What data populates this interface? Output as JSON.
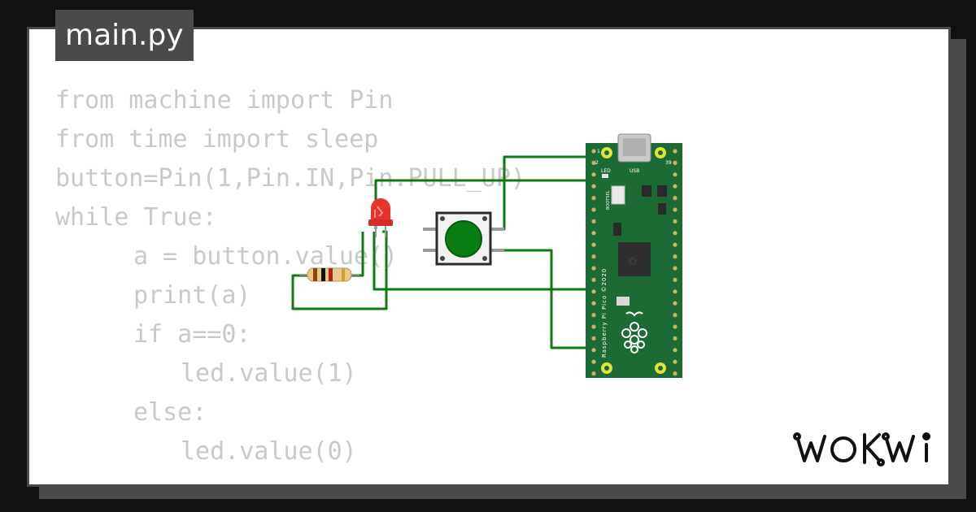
{
  "file_tab": {
    "title": "main.py"
  },
  "code": {
    "lines": [
      {
        "text": "from machine import Pin",
        "indent": 0
      },
      {
        "text": "from time import sleep",
        "indent": 0
      },
      {
        "text": "button=Pin(1,Pin.IN,Pin.PULL_UP)",
        "indent": 0
      },
      {
        "text": "while True:",
        "indent": 0
      },
      {
        "text": "a = button.value()",
        "indent": 1
      },
      {
        "text": "print(a)",
        "indent": 1
      },
      {
        "text": "if a==0:",
        "indent": 1
      },
      {
        "text": "led.value(1)",
        "indent": 2
      },
      {
        "text": "else:",
        "indent": 1
      },
      {
        "text": "led.value(0)",
        "indent": 2
      }
    ]
  },
  "board": {
    "silk_text": "Raspberry Pi Pico ©2020",
    "usb_label": "USB",
    "led_label": "LED",
    "bootsel_label": "BOOTSEL",
    "pin_label_1": "1",
    "pin_label_2": "2",
    "pin_label_39": "39",
    "color": "#1d6b34"
  },
  "colors": {
    "wire": "#0f7a14",
    "button_cap": "#0a7d12",
    "led": "#e8322e",
    "code_text": "#c9c9c9",
    "frame": "#4a4a4a"
  },
  "brand": {
    "logo": "WOKWI"
  }
}
